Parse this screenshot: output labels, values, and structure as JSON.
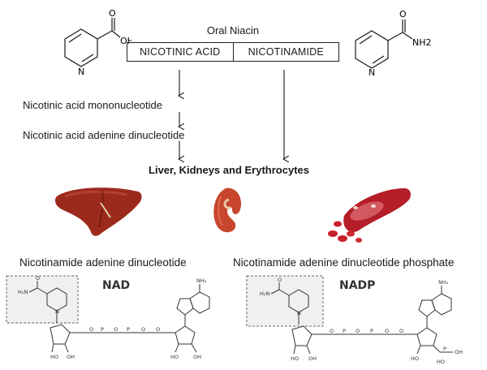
{
  "diagram": {
    "title": "Oral Niacin",
    "forms": [
      "NICOTINIC ACID",
      "NICOTINAMIDE"
    ],
    "pathway_steps": [
      "Nicotinic acid  mononucleotide",
      "Nicotinic acid adenine dinucleotide"
    ],
    "target": "Liver, Kidneys and Erythrocytes",
    "products": [
      "Nicotinamide adenine dinucleotide",
      "Nicotinamide adenine dinucleotide phosphate"
    ],
    "structures": {
      "nad_label": "NAD",
      "nadp_label": "NADP",
      "acid_oh": "OH",
      "acid_o": "O",
      "amide_o": "O",
      "amide_nh2": "NH2",
      "ring_n": "N"
    }
  },
  "colors": {
    "liver": "#9c2a1c",
    "kidney": "#c8452e",
    "blood": "#b41e28",
    "line": "#1a1a1a"
  }
}
